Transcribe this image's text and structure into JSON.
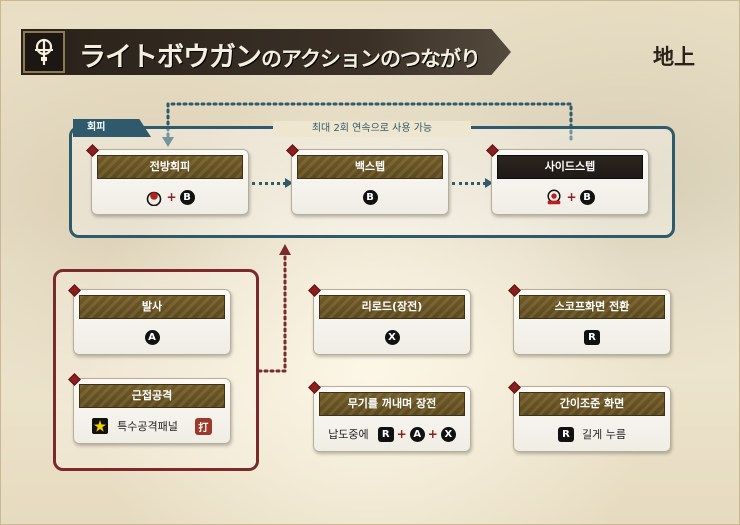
{
  "header": {
    "title_main": "ライトボウガン",
    "title_sub": "のアクションのつながり",
    "weapon_icon": "light-bowgun-icon",
    "ground_label": "地上"
  },
  "evade_group": {
    "tab_label": "회피",
    "note": "최대 2회 연속으로 사용 가능",
    "accent_color": "#2e5a6b"
  },
  "melee_group": {
    "accent_color": "#7a2a2a"
  },
  "cards": {
    "forward_evade": {
      "title": "전방회피",
      "button": "B"
    },
    "backstep": {
      "title": "백스텝",
      "button": "B"
    },
    "sidestep": {
      "title": "사이드스텝",
      "button": "B"
    },
    "fire": {
      "title": "발사",
      "button": "A"
    },
    "melee": {
      "title": "근접공격",
      "label": "특수공격패널",
      "badge": "打"
    },
    "reload": {
      "title": "리로드(장전)",
      "button": "X"
    },
    "sheathe_reload": {
      "title": "무기를 꺼내며 장전",
      "label": "납도중에",
      "buttons": [
        "R",
        "A",
        "X"
      ]
    },
    "scope_switch": {
      "title": "스코프화면 전환",
      "button": "R"
    },
    "simple_aim": {
      "title": "간이조준 화면",
      "button": "R",
      "label": "길게 누름"
    }
  },
  "plus_sign": "+"
}
